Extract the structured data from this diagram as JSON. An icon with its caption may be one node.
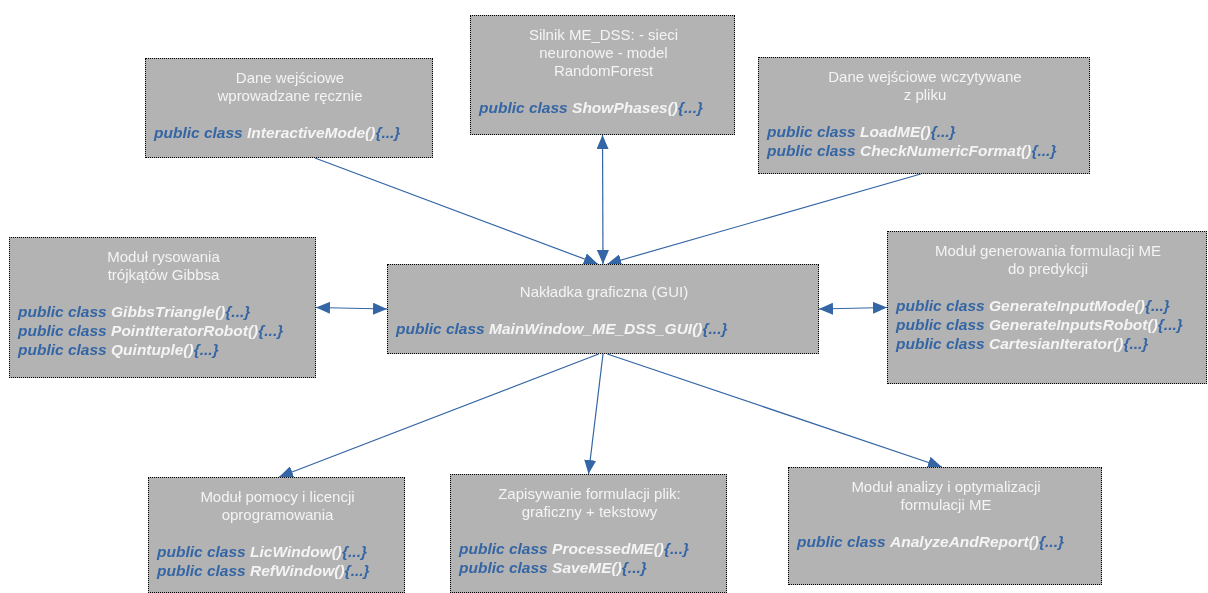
{
  "diagram": {
    "nodes": [
      {
        "text": [
          "Dane wejściowe wprowadzane ręcznie",
          "public class **InteractiveMode()**{...}"
        ]
      },
      {
        "text": [
          "Silnik ME_DSS: - sieci neuronowe - model RandomForest",
          "public class **ShowPhases()**{...}"
        ]
      },
      {
        "text": [
          "Dane wejściowe wczytywane z pliku",
          "public class **LoadME()**{...}",
          "public class **CheckNumericFormat()**{...}"
        ]
      },
      {
        "text": [
          "Moduł rysowania trójkątów Gibbsa",
          "public class **GibbsTriangle()**{...}",
          "public class **PointIteratorRobot()**{...}",
          "public class **Quintuple()**{...}"
        ]
      },
      {
        "text": [
          "Nakładka graficzna (GUI)",
          "public class **MainWindow_ME_DSS_GUI()**{...}"
        ]
      },
      {
        "text": [
          "Moduł generowania formulacji ME do predykcji",
          "public class **GenerateInputMode()**{...}",
          "public class **GenerateInputsRobot()**{...}",
          "public class **CartesianIterator()**{...}"
        ]
      },
      {
        "text": [
          "Moduł pomocy i licencji oprogramowania",
          "public class **LicWindow()**{...}",
          "public class **RefWindow()**{...}"
        ]
      },
      {
        "text": [
          "Zapisywanie formulacji plik: graficzny + tekstowy",
          "public class **ProcessedME()**{...}",
          "public class **SaveME()**{...}"
        ]
      },
      {
        "text": [
          "Moduł analizy i optymalizacji formulacji ME",
          "public class **AnalyzeAndReport()**{...}"
        ]
      }
    ],
    "edges": [
      {
        "from": 0,
        "to": 4,
        "arrow": "to"
      },
      {
        "from": 1,
        "to": 4,
        "arrow": "both"
      },
      {
        "from": 2,
        "to": 4,
        "arrow": "to"
      },
      {
        "from": 3,
        "to": 4,
        "arrow": "both"
      },
      {
        "from": 4,
        "to": 5,
        "arrow": "both"
      },
      {
        "from": 4,
        "to": 6,
        "arrow": "to"
      },
      {
        "from": 4,
        "to": 7,
        "arrow": "to"
      },
      {
        "from": 4,
        "to": 8,
        "arrow": "to"
      }
    ]
  }
}
